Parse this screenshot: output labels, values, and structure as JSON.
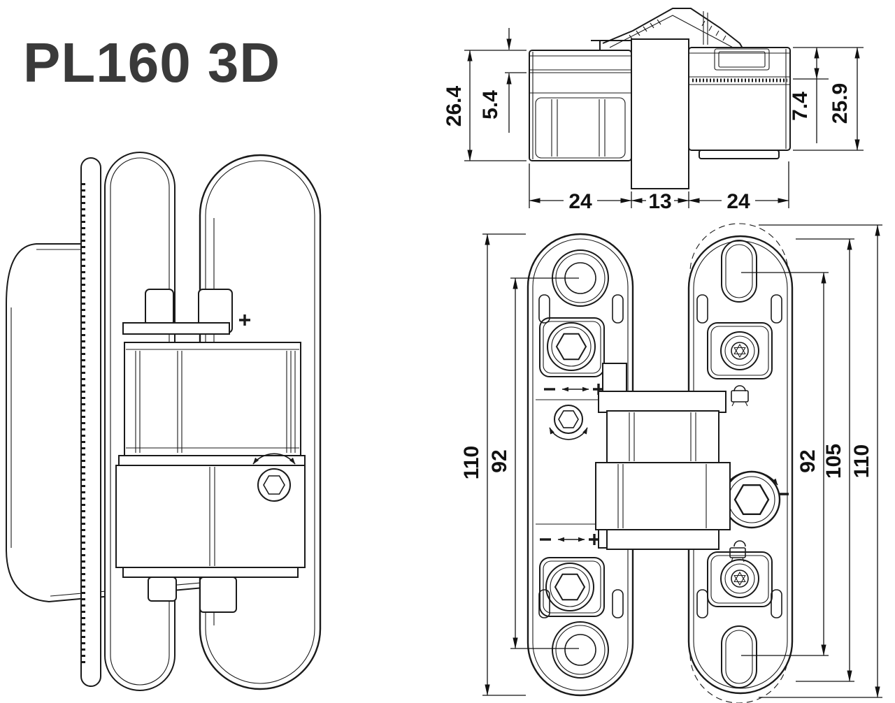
{
  "title": "PL160 3D",
  "colors": {
    "line": "#1a1a1a",
    "dimension": "#111111",
    "background": "#ffffff",
    "title_text": "#3a3a3a"
  },
  "views": {
    "top": {
      "dims": {
        "overall_height_left": "26.4",
        "lid_thickness": "5.4",
        "recess_right": "7.4",
        "overall_height_right": "25.9",
        "leaf_width_left": "24",
        "gap_width": "13",
        "leaf_width_right": "24"
      }
    },
    "front": {
      "dims": {
        "plate_length_left": "110",
        "hole_spacing_left": "92",
        "hole_spacing_right": "92",
        "plate_length_right": "105",
        "overall_right": "110"
      }
    }
  }
}
